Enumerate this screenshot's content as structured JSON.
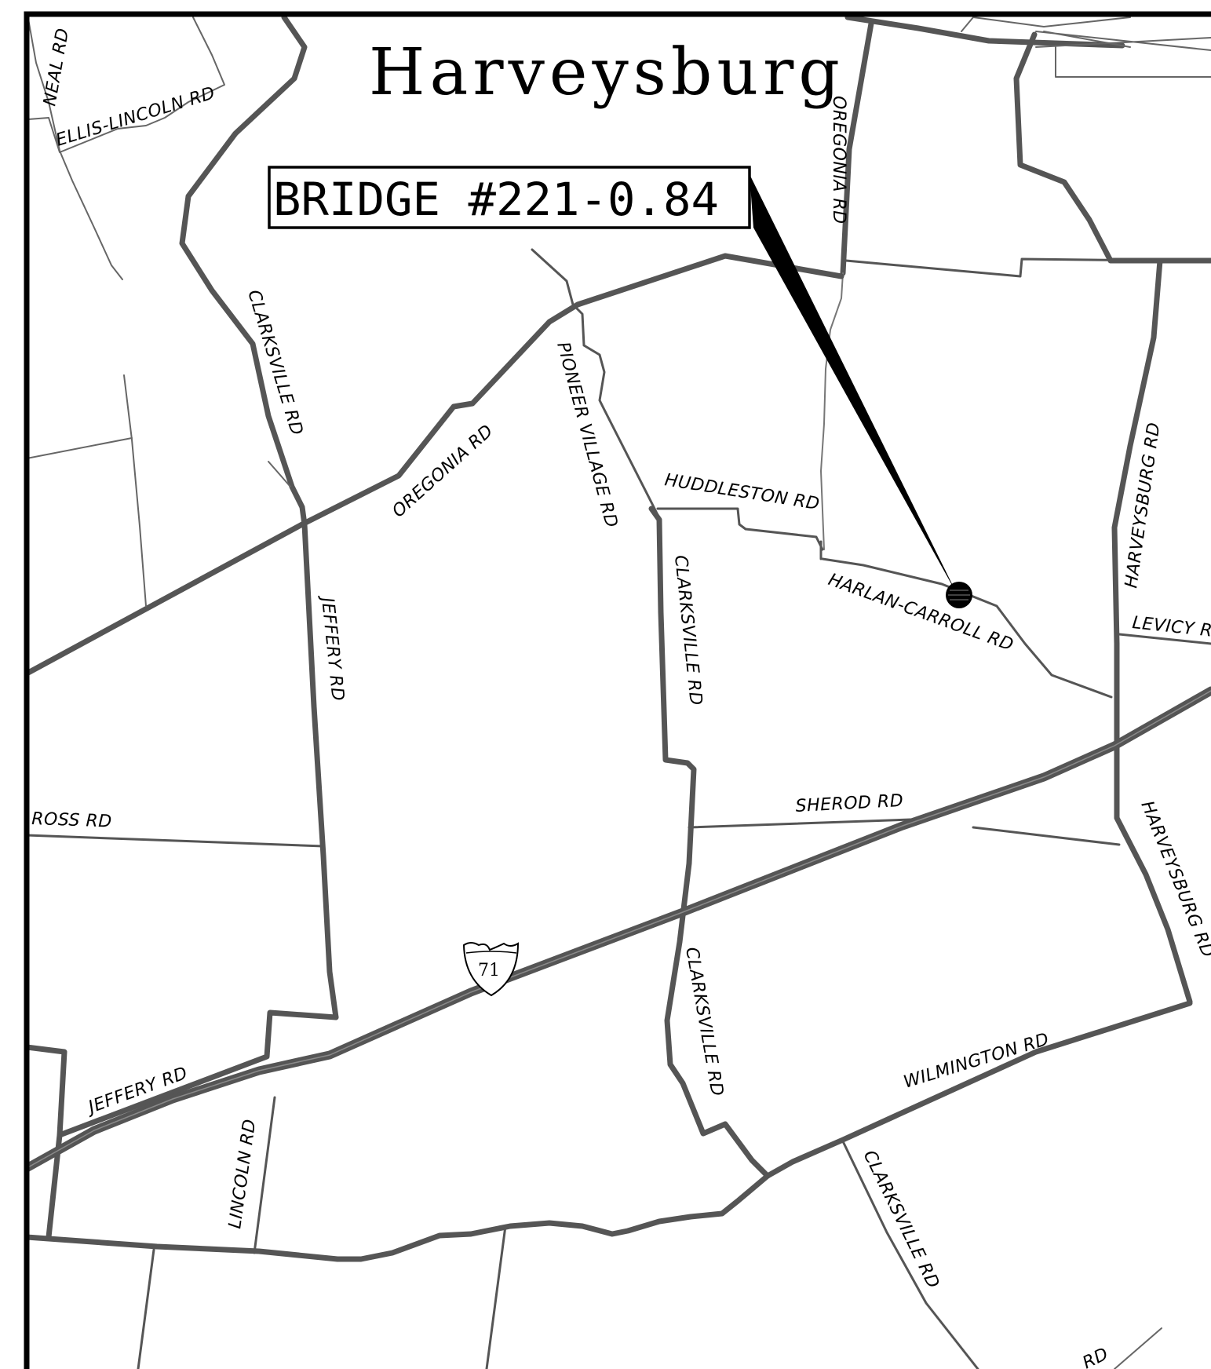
{
  "map": {
    "town_name": "Harveysburg",
    "callout": {
      "label": "BRIDGE #221-0.84"
    },
    "interstate_shield": {
      "number": "71"
    },
    "road_labels": {
      "neal": "NEAL RD",
      "ellis_lincoln": "ELLIS-LINCOLN RD",
      "clarksville_upper": "CLARKSVILLE RD",
      "oregonia_upper": "OREGONIA RD",
      "oregonia_mid": "OREGONIA RD",
      "pioneer_village": "PIONEER VILLAGE RD",
      "huddleston": "HUDDLESTON RD",
      "clarksville_mid": "CLARKSVILLE RD",
      "harlan_carroll": "HARLAN-CARROLL RD",
      "harveysburg_upper": "HARVEYSBURG RD",
      "levicy": "LEVICY RD",
      "jeffery_vertical": "JEFFERY RD",
      "ross": "ROSS RD",
      "sherod": "SHEROD RD",
      "harveysburg_lower": "HARVEYSBURG RD",
      "clarksville_lower": "CLARKSVILLE RD",
      "wilmington": "WILMINGTON RD",
      "jeffery_lower": "JEFFERY RD",
      "lincoln": "LINCOLN RD",
      "clarksville_south": "CLARKSVILLE RD",
      "rd_partial": "RD"
    },
    "colors": {
      "road": "#555555",
      "frame": "#000000",
      "background": "#ffffff"
    }
  }
}
